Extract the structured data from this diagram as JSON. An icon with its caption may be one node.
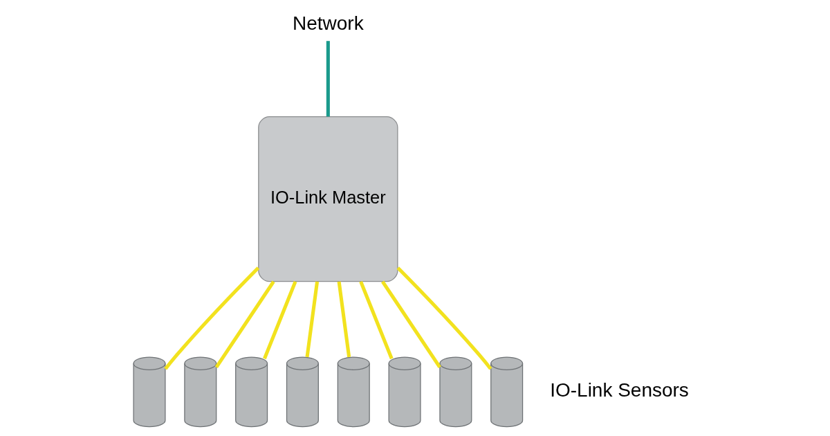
{
  "diagram": {
    "nodes": [
      {
        "text": [
          "Network"
        ]
      },
      {
        "text": [
          "IO-Link Master"
        ]
      },
      {
        "text": [],
        "shape": "cylinder"
      },
      {
        "text": [],
        "shape": "cylinder"
      },
      {
        "text": [],
        "shape": "cylinder"
      },
      {
        "text": [],
        "shape": "cylinder"
      },
      {
        "text": [],
        "shape": "cylinder"
      },
      {
        "text": [],
        "shape": "cylinder"
      },
      {
        "text": [],
        "shape": "cylinder"
      },
      {
        "text": [],
        "shape": "cylinder"
      }
    ],
    "edges": [
      {
        "from": 0,
        "to": 1,
        "arrow": "none",
        "color": "#1a9a8c"
      },
      {
        "from": 1,
        "to": 2,
        "arrow": "none"
      },
      {
        "from": 1,
        "to": 3,
        "arrow": "none"
      },
      {
        "from": 1,
        "to": 4,
        "arrow": "none"
      },
      {
        "from": 1,
        "to": 5,
        "arrow": "none"
      },
      {
        "from": 1,
        "to": 6,
        "arrow": "none"
      },
      {
        "from": 1,
        "to": 7,
        "arrow": "none"
      },
      {
        "from": 1,
        "to": 8,
        "arrow": "none"
      },
      {
        "from": 1,
        "to": 9,
        "arrow": "none"
      }
    ],
    "labels": [
      "IO-Link Sensors"
    ]
  }
}
